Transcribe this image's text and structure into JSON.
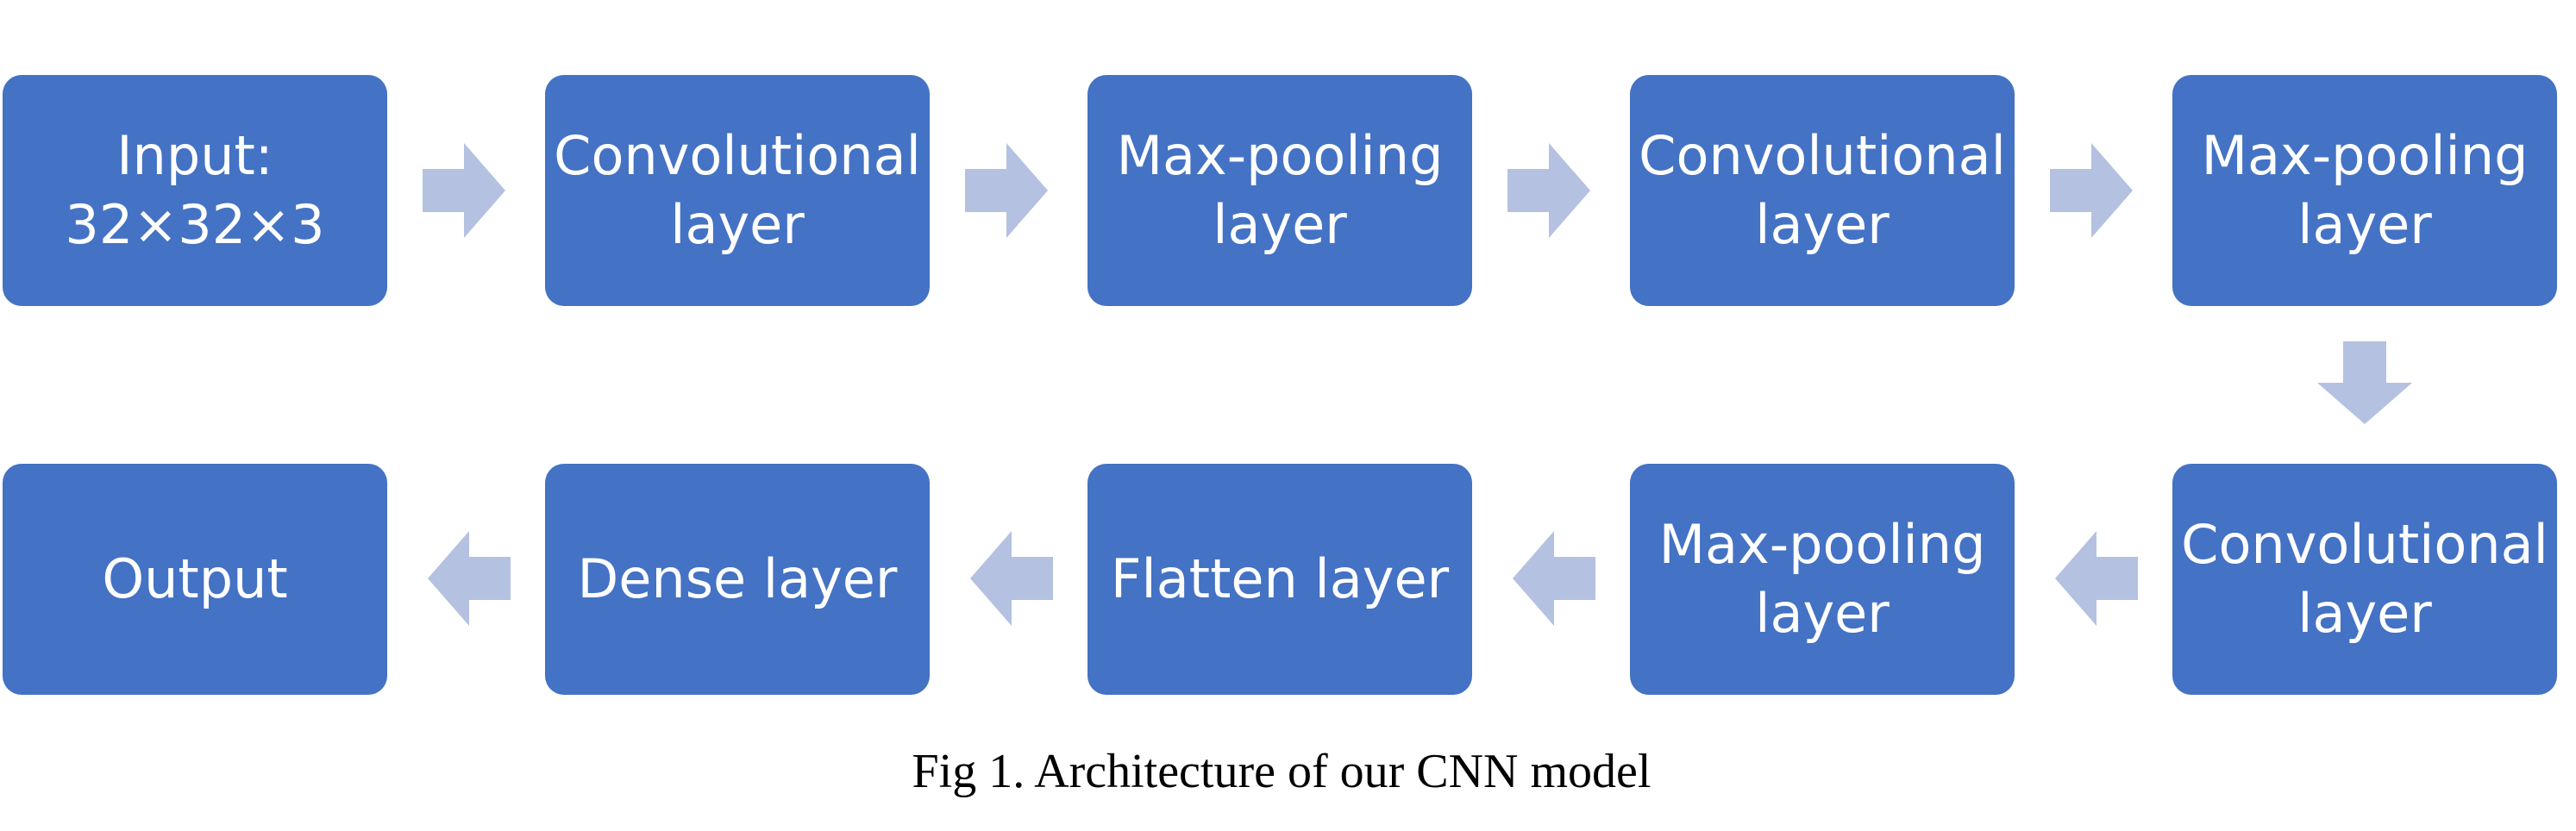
{
  "diagram": {
    "nodes": [
      {
        "id": "input",
        "lines": [
          "Input:",
          "32×32×3"
        ]
      },
      {
        "id": "conv1",
        "lines": [
          "Convolutional",
          "layer"
        ]
      },
      {
        "id": "pool1",
        "lines": [
          "Max-pooling",
          "layer"
        ]
      },
      {
        "id": "conv2",
        "lines": [
          "Convolutional",
          "layer"
        ]
      },
      {
        "id": "pool2",
        "lines": [
          "Max-pooling",
          "layer"
        ]
      },
      {
        "id": "conv3",
        "lines": [
          "Convolutional",
          "layer"
        ]
      },
      {
        "id": "pool3",
        "lines": [
          "Max-pooling",
          "layer"
        ]
      },
      {
        "id": "flatten",
        "lines": [
          "Flatten layer"
        ]
      },
      {
        "id": "dense",
        "lines": [
          "Dense layer"
        ]
      },
      {
        "id": "output",
        "lines": [
          "Output"
        ]
      }
    ],
    "edges": [
      {
        "from": "input",
        "to": "conv1"
      },
      {
        "from": "conv1",
        "to": "pool1"
      },
      {
        "from": "pool1",
        "to": "conv2"
      },
      {
        "from": "conv2",
        "to": "pool2"
      },
      {
        "from": "pool2",
        "to": "conv3"
      },
      {
        "from": "conv3",
        "to": "pool3"
      },
      {
        "from": "pool3",
        "to": "flatten"
      },
      {
        "from": "flatten",
        "to": "dense"
      },
      {
        "from": "dense",
        "to": "output"
      }
    ],
    "colors": {
      "node_fill": "#4472c4",
      "node_text": "#ffffff",
      "arrow_fill": "#b4c1e1"
    }
  },
  "caption": "Fig 1. Architecture of our CNN model"
}
